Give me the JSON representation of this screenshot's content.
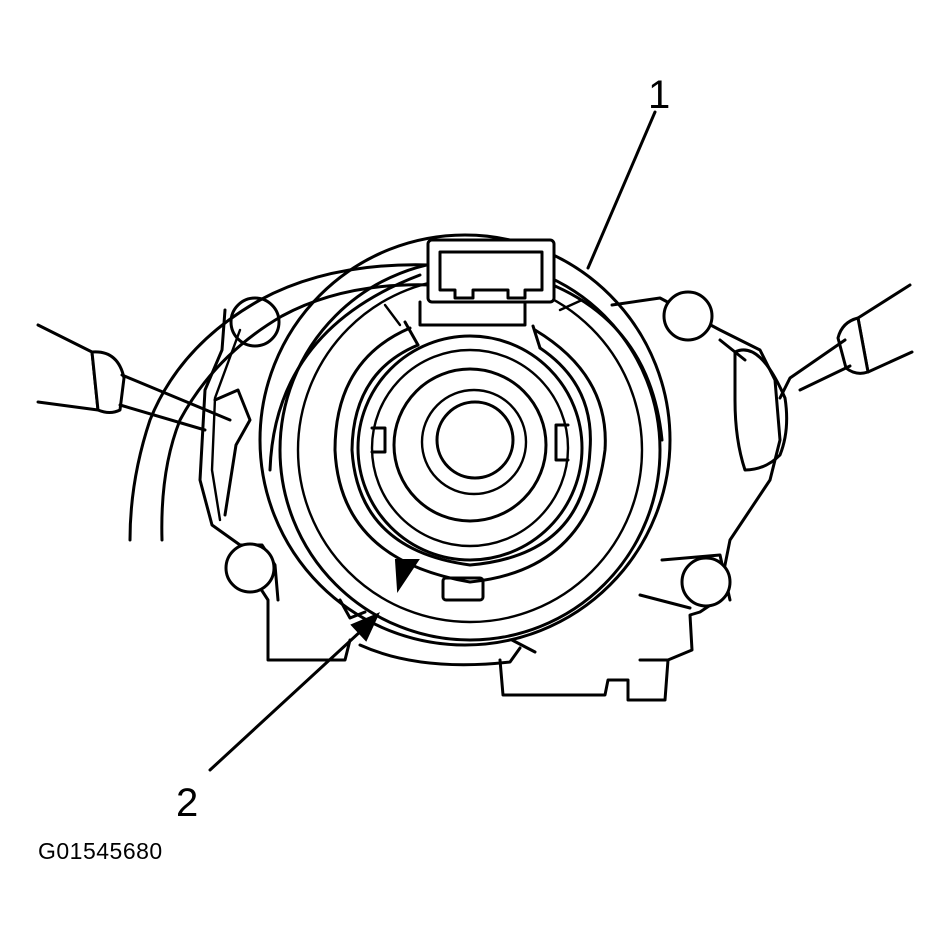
{
  "callouts": {
    "one": "1",
    "two": "2"
  },
  "figure_id": "G01545680",
  "colors": {
    "line": "#000000",
    "background": "#ffffff"
  }
}
